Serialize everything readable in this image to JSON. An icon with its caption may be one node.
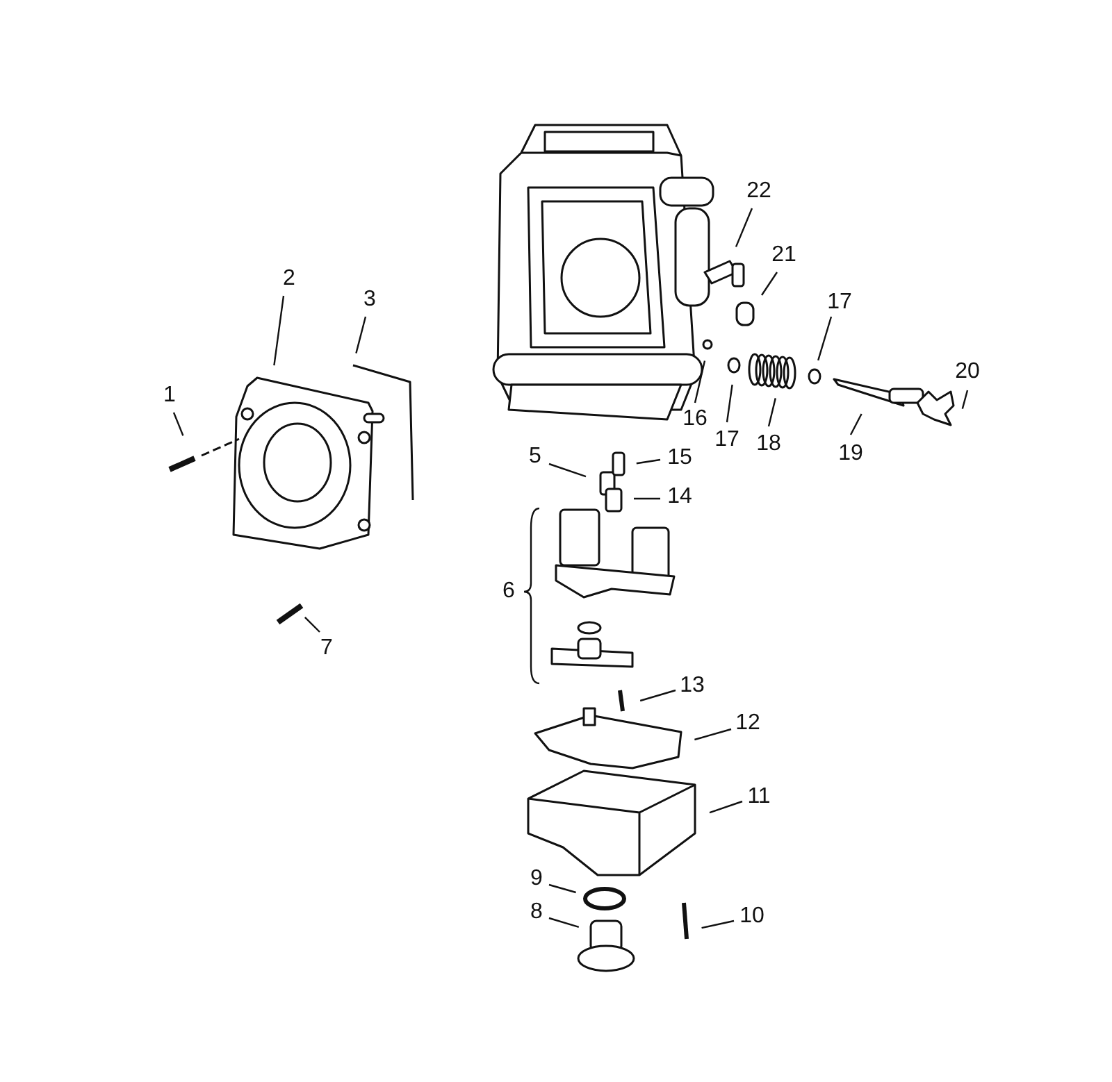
{
  "diagram": {
    "nodes": [
      {
        "text": [
          "1"
        ]
      },
      {
        "text": [
          "2"
        ]
      },
      {
        "text": [
          "3"
        ]
      },
      {
        "text": [
          "5"
        ]
      },
      {
        "text": [
          "7"
        ]
      },
      {
        "text": [
          "8"
        ]
      },
      {
        "text": [
          "9"
        ]
      },
      {
        "text": [
          "10"
        ]
      },
      {
        "text": [
          "11"
        ]
      },
      {
        "text": [
          "12"
        ]
      },
      {
        "text": [
          "13"
        ]
      },
      {
        "text": [
          "14"
        ]
      },
      {
        "text": [
          "15"
        ]
      },
      {
        "text": [
          "16"
        ]
      },
      {
        "text": [
          "17"
        ]
      },
      {
        "text": [
          "17"
        ]
      },
      {
        "text": [
          "18"
        ]
      },
      {
        "text": [
          "19"
        ]
      },
      {
        "text": [
          "20"
        ]
      },
      {
        "text": [
          "21"
        ]
      },
      {
        "text": [
          "22"
        ]
      }
    ],
    "edges": [
      {
        "from": 0,
        "to": null,
        "arrow": "none"
      },
      {
        "from": 1,
        "to": null,
        "arrow": "none"
      },
      {
        "from": 2,
        "to": null,
        "arrow": "none"
      },
      {
        "from": 3,
        "to": null,
        "arrow": "none"
      },
      {
        "from": 4,
        "to": null,
        "arrow": "none"
      },
      {
        "from": 5,
        "to": null,
        "arrow": "none"
      },
      {
        "from": 6,
        "to": null,
        "arrow": "none"
      },
      {
        "from": 7,
        "to": null,
        "arrow": "none"
      },
      {
        "from": 8,
        "to": null,
        "arrow": "none"
      },
      {
        "from": 9,
        "to": null,
        "arrow": "none"
      },
      {
        "from": 10,
        "to": null,
        "arrow": "none"
      },
      {
        "from": 11,
        "to": null,
        "arrow": "none"
      },
      {
        "from": 12,
        "to": null,
        "arrow": "none"
      },
      {
        "from": 13,
        "to": null,
        "arrow": "none"
      },
      {
        "from": 14,
        "to": null,
        "arrow": "none"
      },
      {
        "from": 15,
        "to": null,
        "arrow": "none"
      },
      {
        "from": 16,
        "to": null,
        "arrow": "none"
      },
      {
        "from": 17,
        "to": null,
        "arrow": "none"
      },
      {
        "from": 18,
        "to": null,
        "arrow": "none"
      },
      {
        "from": 19,
        "to": null,
        "arrow": "none"
      },
      {
        "from": 20,
        "to": null,
        "arrow": "none"
      }
    ],
    "labels": [
      "6"
    ]
  }
}
